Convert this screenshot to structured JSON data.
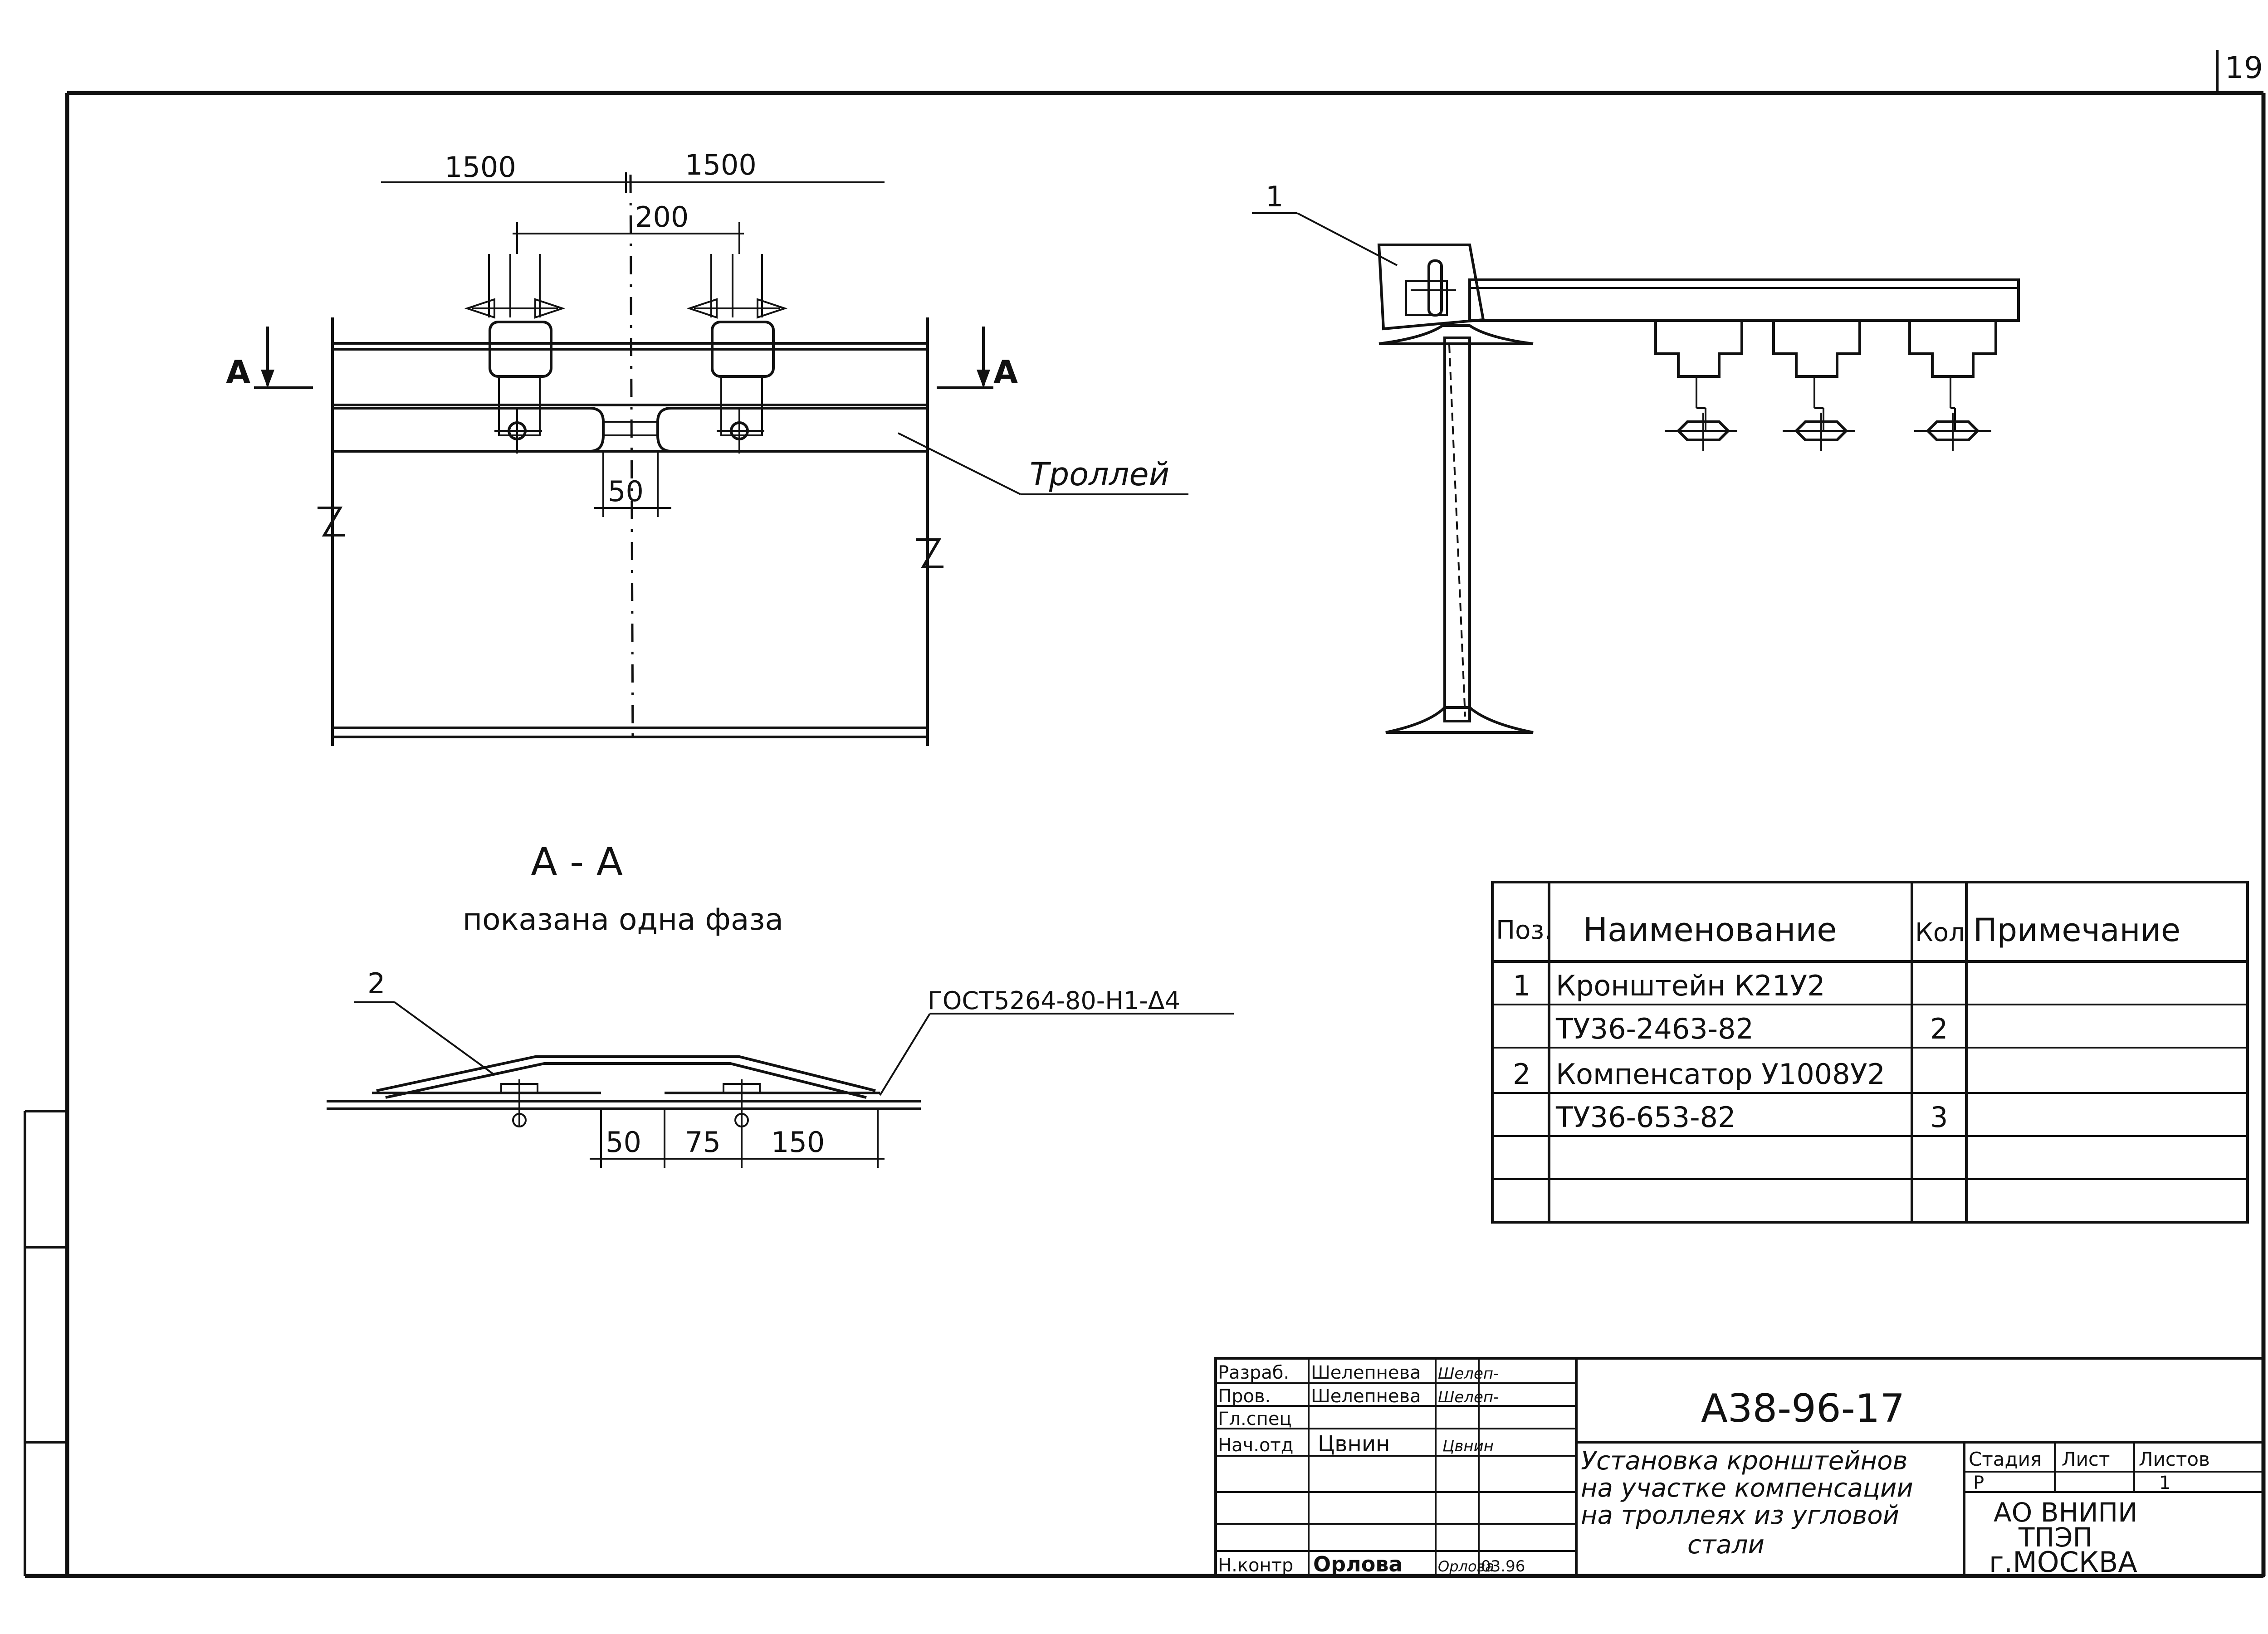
{
  "page_number": "19",
  "plan_view": {
    "dim_left": "1500",
    "dim_right": "1500",
    "dim_center": "200",
    "dim_gap": "50",
    "section_mark_left": "A",
    "section_mark_right": "A",
    "trolley_label": "Троллей"
  },
  "side_view": {
    "callout_1": "1"
  },
  "section_aa": {
    "title": "А - А",
    "subtitle": "показана одна фаза",
    "callout_2": "2",
    "weld_note": "ГОСТ5264-80-Н1-Δ4",
    "dim_1": "50",
    "dim_2": "75",
    "dim_3": "150"
  },
  "spec_table": {
    "headers": [
      "Поз.",
      "Наименование",
      "Кол",
      "Примечание"
    ],
    "rows": [
      [
        "1",
        "Кронштейн К21У2",
        "",
        ""
      ],
      [
        "",
        "ТУ36-2463-82",
        "2",
        ""
      ],
      [
        "2",
        "Компенсатор У1008У2",
        "",
        ""
      ],
      [
        "",
        "ТУ36-653-82",
        "3",
        ""
      ],
      [
        "",
        "",
        "",
        ""
      ],
      [
        "",
        "",
        "",
        ""
      ]
    ]
  },
  "title_block": {
    "roles": [
      {
        "role": "Разраб.",
        "name": "Шелепнева",
        "sign": "Шелеп-"
      },
      {
        "role": "Пров.",
        "name": "Шелепнева",
        "sign": "Шелеп-"
      },
      {
        "role": "Гл.спец",
        "name": "",
        "sign": ""
      },
      {
        "role": "Нач.отд",
        "name": "Цвнин",
        "sign": "Цвнин"
      },
      {
        "role": "",
        "name": "",
        "sign": ""
      },
      {
        "role": "",
        "name": "",
        "sign": ""
      },
      {
        "role": "Н.контр",
        "name": "Орлова",
        "sign": "Орлова",
        "date": "03.96"
      }
    ],
    "doc_code": "А38-96-17",
    "title_lines": [
      "Установка кронштейнов",
      "на участке компенсации",
      "на троллеях из угловой",
      "стали"
    ],
    "stage_header": "Стадия",
    "sheet_header": "Лист",
    "sheets_header": "Листов",
    "stage_value": "Р",
    "sheets_value": "1",
    "org_lines": [
      "АО ВНИПИ",
      "ТПЭП",
      "г.МОСКВА"
    ]
  }
}
